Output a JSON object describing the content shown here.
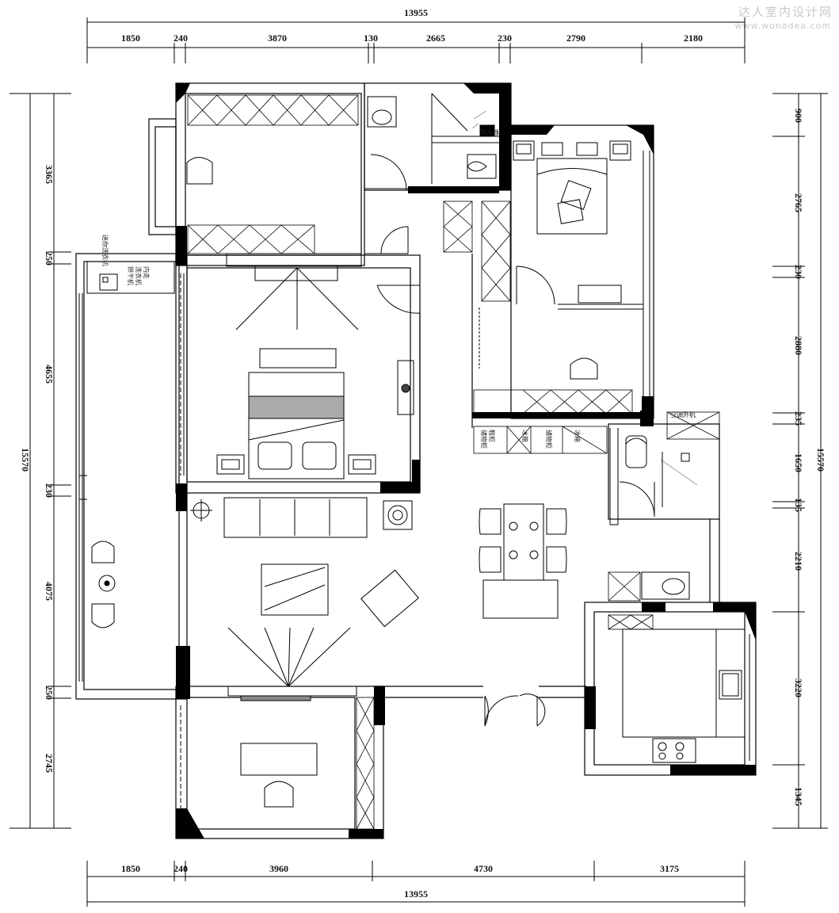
{
  "watermark": {
    "cn": "达人室内设计网",
    "url": "www.wonadea.com"
  },
  "dims": {
    "top_total": "13955",
    "top": [
      "1850",
      "240",
      "3870",
      "130",
      "2665",
      "230",
      "2790",
      "2180"
    ],
    "bottom": [
      "1850",
      "240",
      "3960",
      "4730",
      "3175"
    ],
    "bottom_total": "13955",
    "left": [
      "3365",
      "250",
      "4655",
      "230",
      "4075",
      "250",
      "2745"
    ],
    "left_total": "15570",
    "right": [
      "900",
      "2765",
      "230",
      "2880",
      "235",
      "1650",
      "135",
      "2210",
      "3220",
      "1345"
    ],
    "right_total": "15570"
  },
  "labels": {
    "balcony_1": "洗衣机",
    "balcony_2": "烘干机",
    "balcony_3": "内走",
    "balcony_4": "迷你洗衣机",
    "hall_1": "鞋柜",
    "hall_2": "储物柜",
    "hall_3": "冰箱",
    "hall_4": "储物柜",
    "hall_5": "冰箱",
    "ac": "空调外机",
    "wh": "热水器"
  }
}
